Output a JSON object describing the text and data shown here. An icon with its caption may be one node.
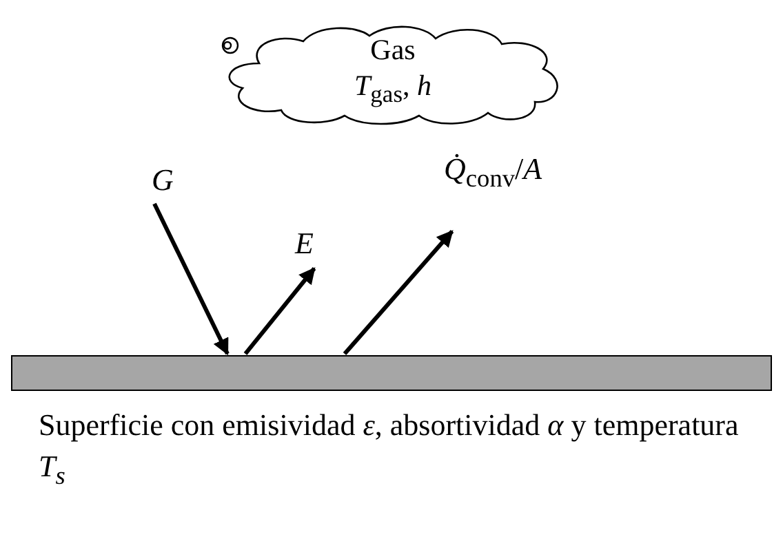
{
  "diagram": {
    "nodes": [
      {
        "text": [
          "Gas",
          "*T*$_{gas}$, *h*"
        ]
      },
      {
        "text": [],
        "shape": "bar",
        "beside": [
          "Superficie con emisividad *ε*, absortividad *α* y temperatura *T$_{s}$*"
        ]
      }
    ],
    "edges": [
      {
        "from": null,
        "to": 1,
        "arrow": "to",
        "label": "*G*"
      },
      {
        "from": 1,
        "to": null,
        "arrow": "to",
        "label": "*E*"
      },
      {
        "from": 1,
        "to": null,
        "arrow": "to",
        "label": "*Q̇*$_{conv}$/*A*"
      }
    ]
  }
}
